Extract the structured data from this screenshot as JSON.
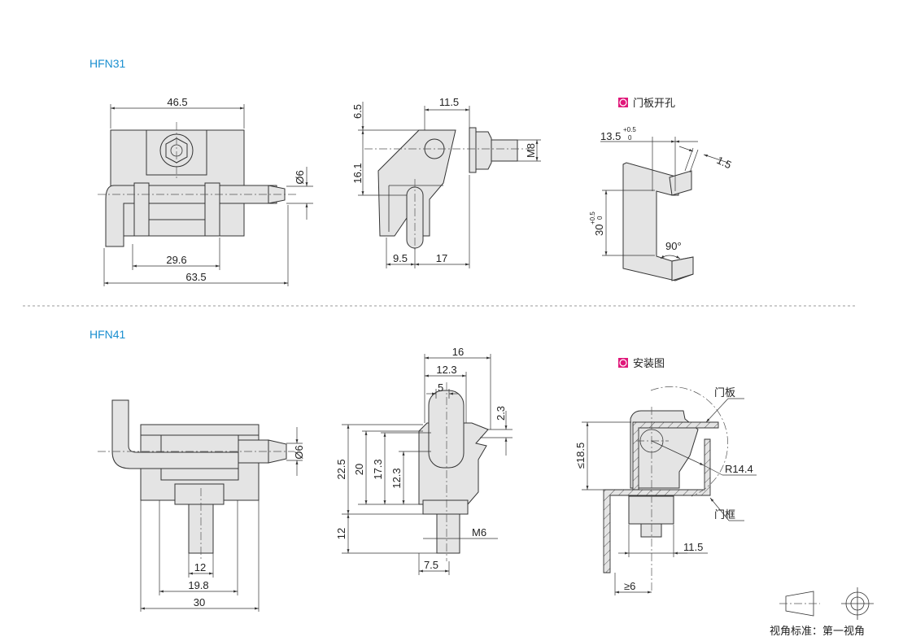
{
  "sections": [
    {
      "title": "HFN31",
      "front_view": {
        "dims": {
          "width_top": "46.5",
          "pin_dia": "Ø6",
          "inner": "29.6",
          "overall": "63.5"
        }
      },
      "side_view": {
        "dims": {
          "top_offset": "6.5",
          "height": "16.1",
          "stud_len": "11.5",
          "thread": "M8",
          "left": "9.5",
          "right": "17"
        }
      },
      "detail": {
        "label": "门板开孔",
        "dims": {
          "width": "13.5",
          "width_tol_upper": "+0.5",
          "width_tol_lower": "0",
          "thickness": "1.5",
          "height": "30",
          "height_tol_upper": "+0.5",
          "height_tol_lower": "0",
          "angle": "90°"
        }
      }
    },
    {
      "title": "HFN41",
      "front_view": {
        "dims": {
          "pin_dia": "Ø6",
          "stud": "12",
          "base": "19.8",
          "overall": "30"
        }
      },
      "side_view": {
        "dims": {
          "width": "16",
          "to_slot": "12.3",
          "slot": "5",
          "top_offset": "2.3",
          "h_total": "22.5",
          "h_body": "20",
          "h_slot": "17.3",
          "h_low": "12.3",
          "stud_len": "12",
          "thread": "M6",
          "stud_pos": "7.5"
        }
      },
      "detail": {
        "label": "安装图",
        "dims": {
          "door_panel": "门板",
          "radius": "R14.4",
          "door_frame": "门框",
          "height": "≤18.5",
          "offset": "11.5",
          "min_gap": "≥6"
        }
      }
    }
  ],
  "legend": {
    "text": "视角标准：第一视角"
  },
  "colors": {
    "title": "#1a8fd0",
    "marker": "#e0187a",
    "part_fill": "#e4e4e4"
  }
}
